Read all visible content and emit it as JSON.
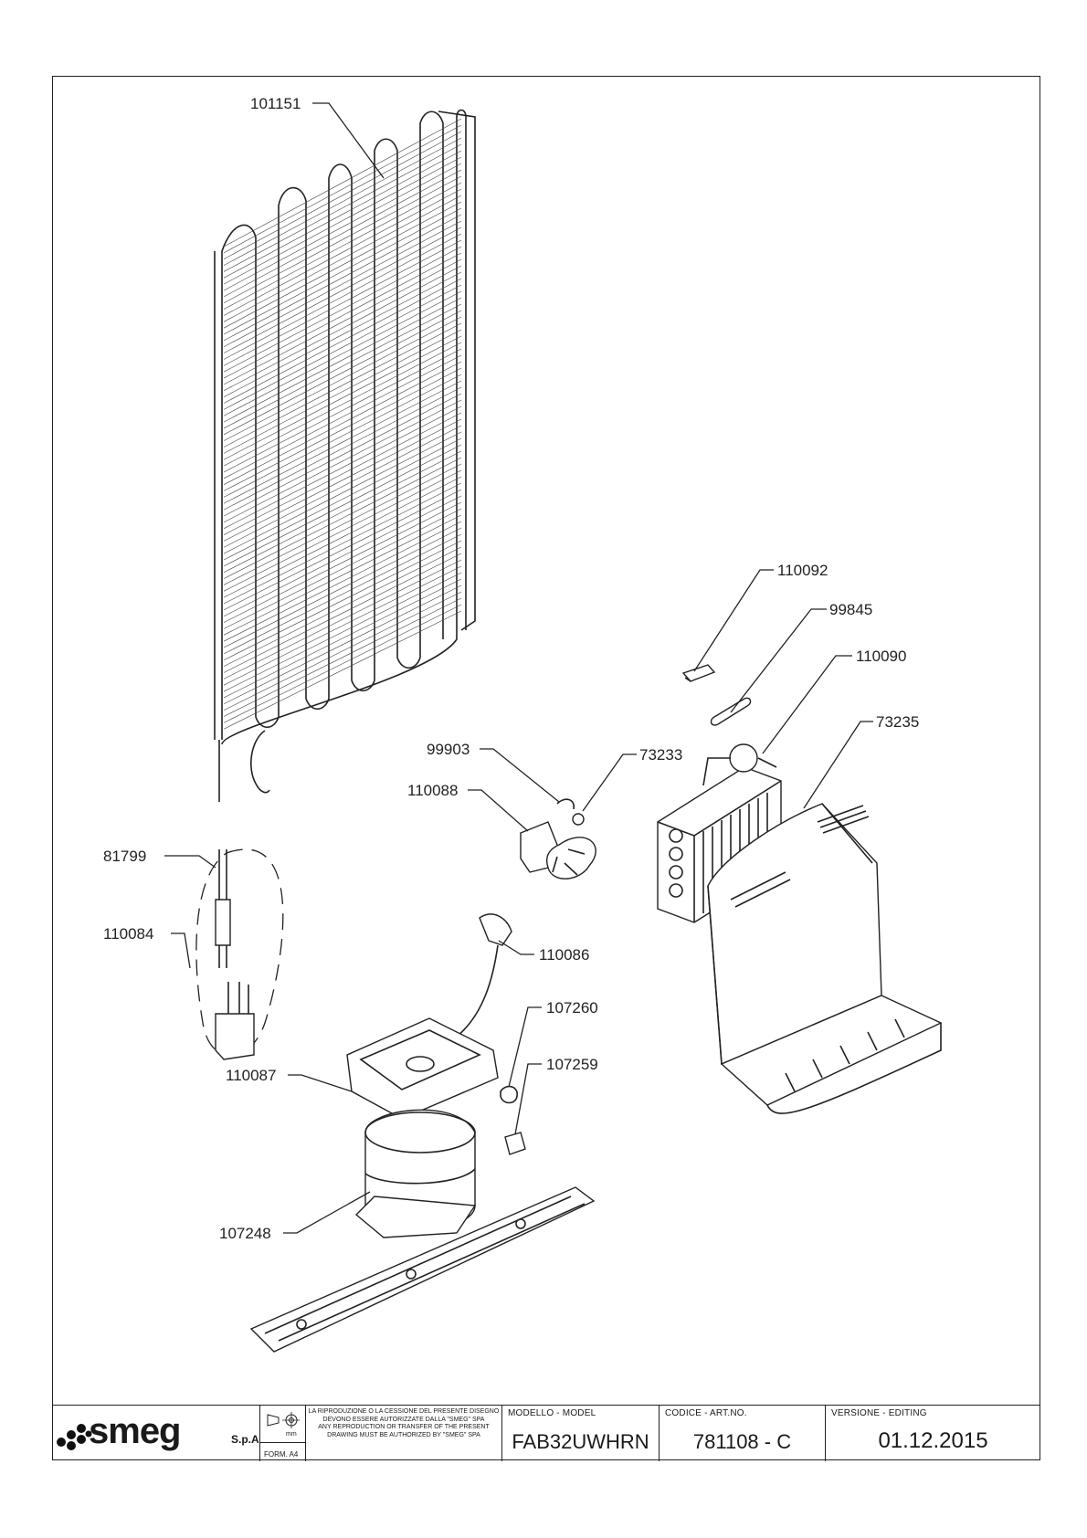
{
  "parts": [
    {
      "id": "p1",
      "code": "101151"
    },
    {
      "id": "p2",
      "code": "110092"
    },
    {
      "id": "p3",
      "code": "99845"
    },
    {
      "id": "p4",
      "code": "110090"
    },
    {
      "id": "p5",
      "code": "73233"
    },
    {
      "id": "p6",
      "code": "73235"
    },
    {
      "id": "p7",
      "code": "99903"
    },
    {
      "id": "p8",
      "code": "110088"
    },
    {
      "id": "p9",
      "code": "81799"
    },
    {
      "id": "p10",
      "code": "110084"
    },
    {
      "id": "p11",
      "code": "110086"
    },
    {
      "id": "p12",
      "code": "107260"
    },
    {
      "id": "p13",
      "code": "107259"
    },
    {
      "id": "p14",
      "code": "110087"
    },
    {
      "id": "p15",
      "code": "107248"
    }
  ],
  "titleblock": {
    "brand": "smeg",
    "brand_suffix": "S.p.A",
    "unit": "mm",
    "form": "FORM. A4",
    "notice_it": "LA RIPRODUZIONE O LA CESSIONE DEL PRESENTE DISEGNO DEVONO ESSERE AUTORIZZATE DALLA \"SMEG\" SPA",
    "notice_en": "ANY REPRODUCTION OR TRANSFER OF THE PRESENT DRAWING MUST BE AUTHORIZED BY \"SMEG\" SPA",
    "model_caption": "MODELLO - MODEL",
    "model_value": "FAB32UWHRN",
    "code_caption": "CODICE - ART.NO.",
    "code_value": "781108 - C",
    "version_caption": "VERSIONE - EDITING",
    "version_value": "01.12.2015"
  }
}
